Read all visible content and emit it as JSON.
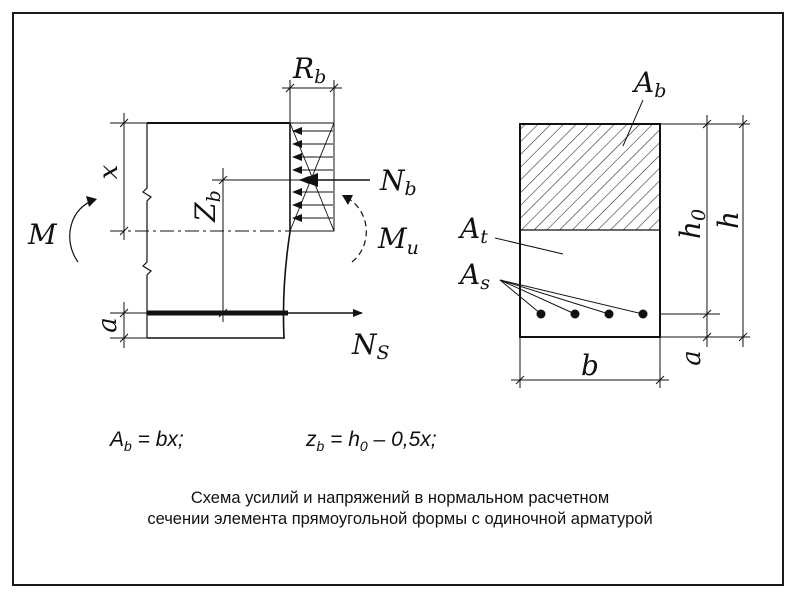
{
  "labels": {
    "Rb": {
      "main": "R",
      "sub": "b"
    },
    "x": {
      "main": "x"
    },
    "Zb": {
      "main": "Z",
      "sub": "b"
    },
    "Nb": {
      "main": "N",
      "sub": "b"
    },
    "M": {
      "main": "M"
    },
    "Mu": {
      "main": "M",
      "sub": "u"
    },
    "a_left": {
      "main": "a"
    },
    "Ns": {
      "main": "N",
      "sub": "S"
    },
    "Ab": {
      "main": "A",
      "sub": "b"
    },
    "At": {
      "main": "A",
      "sub": "t"
    },
    "As": {
      "main": "A",
      "sub": "s"
    },
    "h0": {
      "main": "h",
      "sub": "0"
    },
    "h": {
      "main": "h"
    },
    "b": {
      "main": "b"
    },
    "a_right": {
      "main": "a"
    }
  },
  "formulas": {
    "f1": {
      "var": "A",
      "sub": "b",
      "rest": " = bx;"
    },
    "f2": {
      "var": "z",
      "sub": "b",
      "rest": " = h",
      "sub2": "0",
      "rest2": " – 0,5x;"
    }
  },
  "caption": {
    "line1": "Схема усилий и напряжений в нормальном расчетном",
    "line2": "сечении элемента прямоугольной формы с одиночной арматурой"
  }
}
